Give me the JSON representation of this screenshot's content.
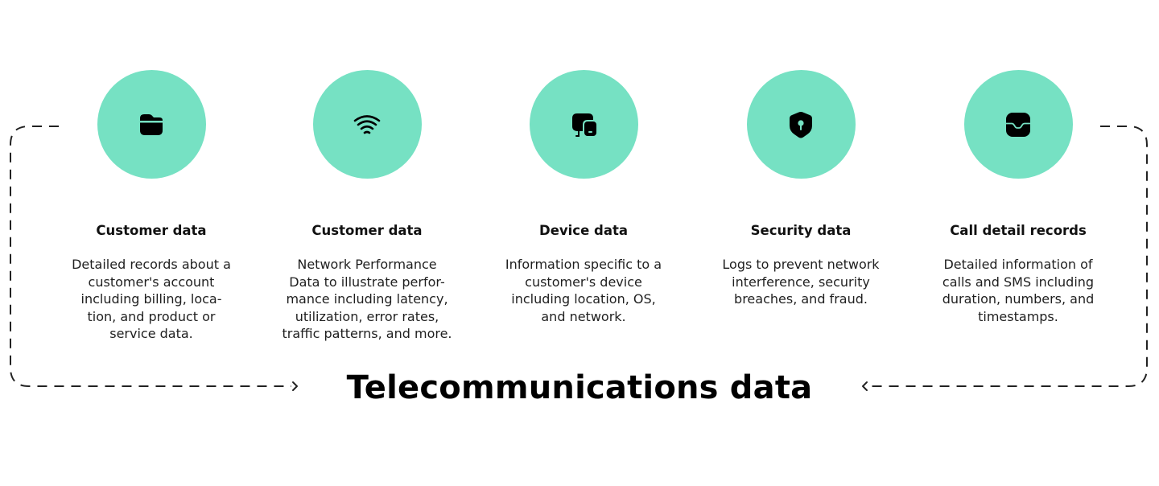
{
  "diagram": {
    "title": "Telecommunications data",
    "accent_color": "#76E1C3",
    "icon_color": "#000000",
    "frame_color": "#222222",
    "items": [
      {
        "title": "Customer data",
        "description": "Detailed records about a\ncustomer's account\nincluding billing, loca-\ntion, and product or\nservice data.",
        "icon": "folder-icon"
      },
      {
        "title": "Customer data",
        "description": "Network Performance\nData to illustrate perfor-\nmance including latency,\nutilization, error rates,\ntraffic patterns, and more.",
        "icon": "wifi-icon"
      },
      {
        "title": "Device data",
        "description": "Information specific to a\ncustomer's device\nincluding location, OS,\nand network.",
        "icon": "devices-icon"
      },
      {
        "title": "Security data",
        "description": "Logs to prevent network\ninterference, security\nbreaches, and fraud.",
        "icon": "shield-keyhole-icon"
      },
      {
        "title": "Call detail records",
        "description": "Detailed information of\ncalls and SMS including\nduration, numbers, and\ntimestamps.",
        "icon": "inbox-icon"
      }
    ]
  }
}
